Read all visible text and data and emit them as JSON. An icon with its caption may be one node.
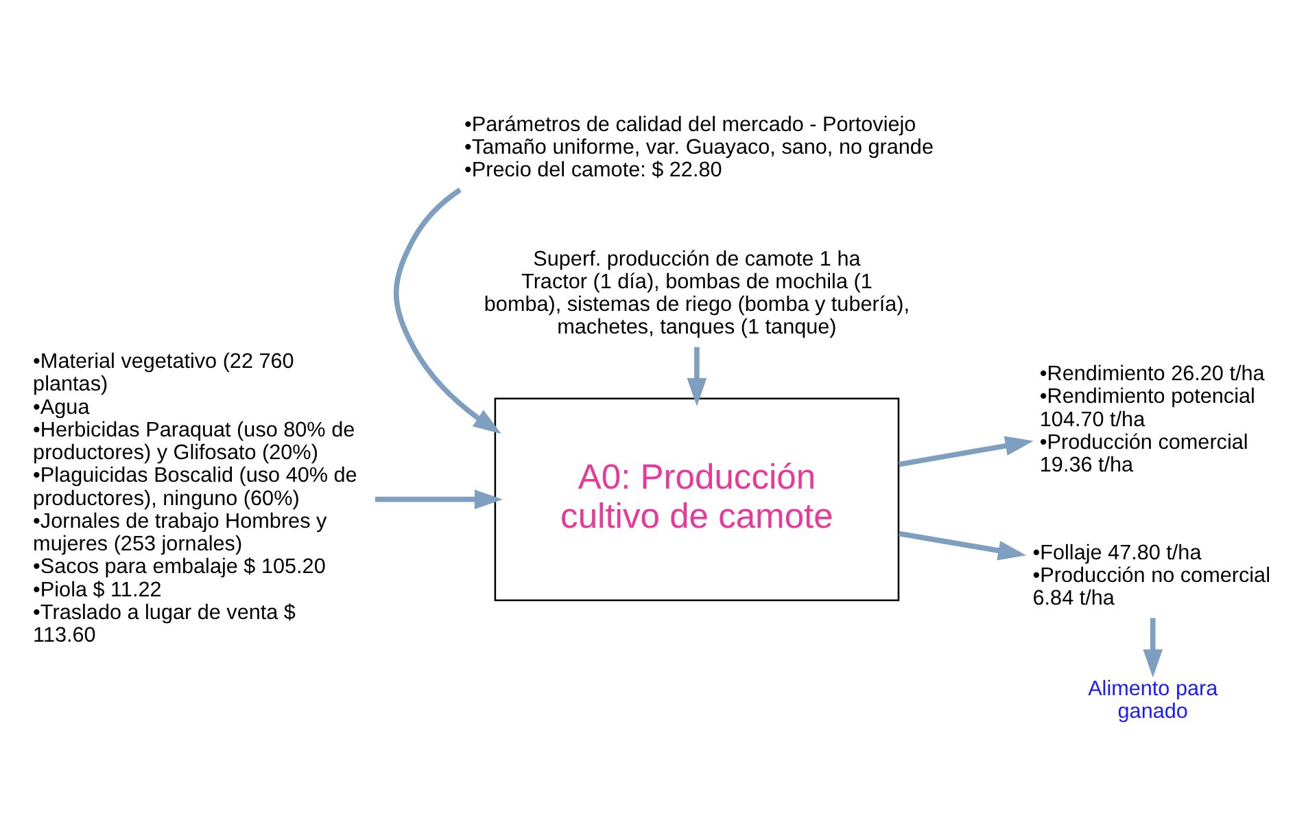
{
  "diagram": {
    "nodes": [
      {
        "text": [
          "A0: Producción cultivo de camote"
        ]
      },
      {
        "text": [
          "•Material vegetativo (22 760 plantas)",
          "•Agua",
          "•Herbicidas Paraquat (uso 80% de productores) y Glifosato (20%)",
          "•Plaguicidas Boscalid (uso 40% de productores), ninguno (60%)",
          "•Jornales de trabajo Hombres y mujeres (253 jornales)",
          "•Sacos para embalaje $ 105.20",
          "•Piola $ 11.22",
          "•Traslado a lugar de venta $ 113.60"
        ]
      },
      {
        "text": [
          "•Parámetros de calidad del mercado - Portoviejo",
          "•Tamaño uniforme, var. Guayaco, sano, no grande",
          "•Precio del camote: $ 22.80"
        ]
      },
      {
        "text": [
          "Superf. producción de camote 1 ha",
          "Tractor (1 día), bombas de mochila (1 bomba), sistemas de riego (bomba y tubería), machetes, tanques (1 tanque)"
        ]
      },
      {
        "text": [
          "•Rendimiento 26.20 t/ha",
          "•Rendimiento potencial 104.70 t/ha",
          "•Producción comercial 19.36 t/ha"
        ]
      },
      {
        "text": [
          "•Follaje 47.80 t/ha",
          "•Producción no comercial 6.84 t/ha"
        ]
      },
      {
        "text": [
          "Alimento para ganado"
        ]
      }
    ],
    "edges": [
      {
        "from": 1,
        "to": 0,
        "arrow": "to"
      },
      {
        "from": 2,
        "to": 0,
        "arrow": "to"
      },
      {
        "from": 3,
        "to": 0,
        "arrow": "to"
      },
      {
        "from": 0,
        "to": 4,
        "arrow": "to"
      },
      {
        "from": 0,
        "to": 5,
        "arrow": "to"
      },
      {
        "from": 5,
        "to": 6,
        "arrow": "to"
      }
    ]
  }
}
